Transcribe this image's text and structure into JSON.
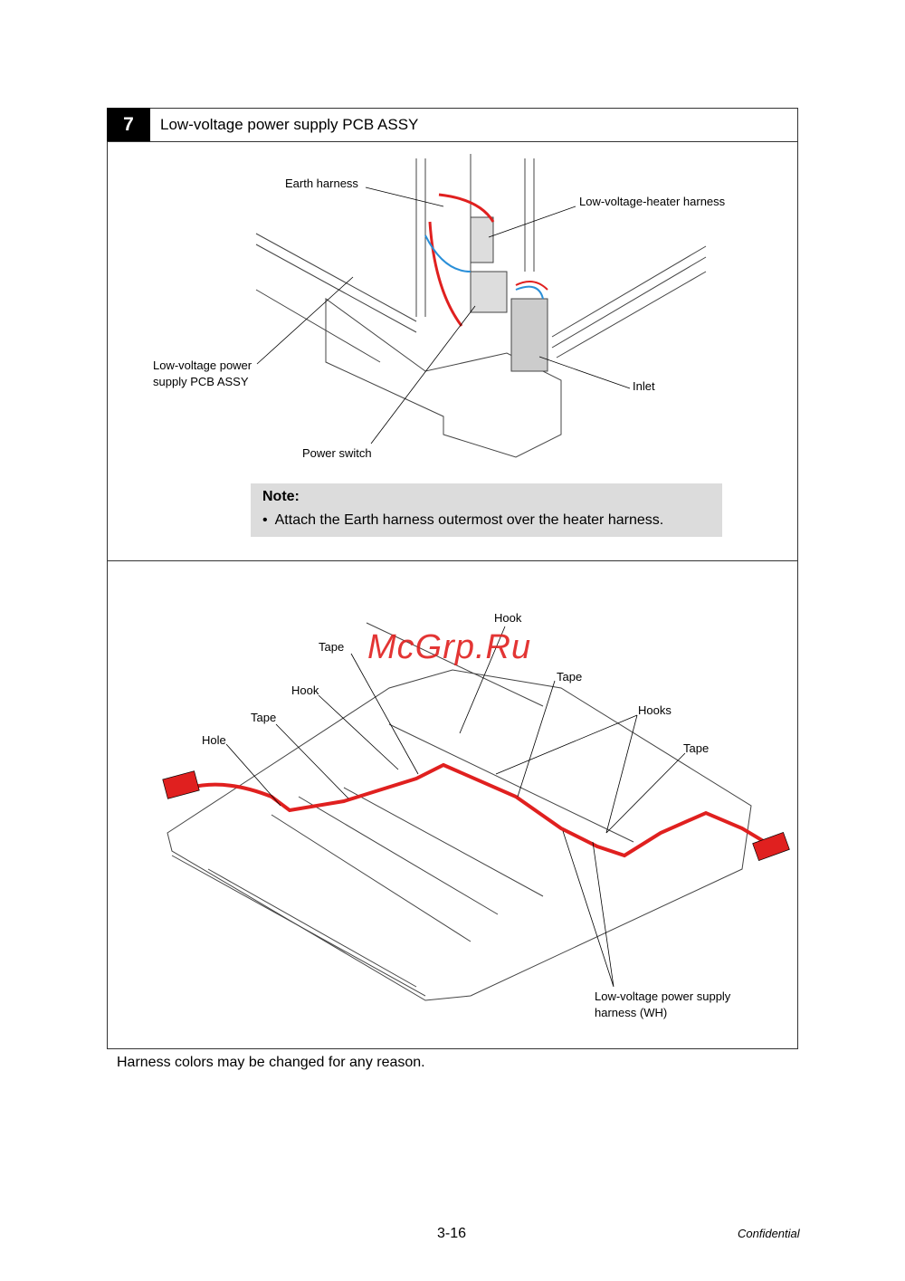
{
  "section": {
    "number": "7",
    "title": "Low-voltage power supply PCB ASSY"
  },
  "figure1": {
    "labels": {
      "earth_harness": "Earth harness",
      "heater_harness": "Low-voltage-heater harness",
      "pcb_assy_1": "Low-voltage power",
      "pcb_assy_2": "supply PCB ASSY",
      "inlet": "Inlet",
      "power_switch": "Power switch"
    }
  },
  "note": {
    "title": "Note:",
    "bullet": "•",
    "text": "Attach the Earth harness outermost over the heater harness."
  },
  "figure2": {
    "labels": {
      "hook_top": "Hook",
      "tape_1": "Tape",
      "tape_2": "Tape",
      "hook_left": "Hook",
      "hooks": "Hooks",
      "tape_3": "Tape",
      "tape_4": "Tape",
      "hole": "Hole",
      "harness_1": "Low-voltage power supply",
      "harness_2": "harness (WH)"
    }
  },
  "watermark": "McGrp.Ru",
  "footer": {
    "disclaimer": "Harness colors may be changed for any reason.",
    "page_number": "3-16",
    "confidential": "Confidential"
  },
  "colors": {
    "harness": "#e0201f",
    "note_bg": "#dcdcdc"
  }
}
